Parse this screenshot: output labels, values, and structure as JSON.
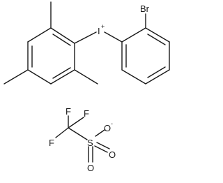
{
  "structure": {
    "cation": {
      "iodine_label": "I",
      "iodine_charge": "+",
      "bromine_label": "Br"
    },
    "anion": {
      "f1_label": "F",
      "f2_label": "F",
      "f3_label": "F",
      "sulfur_label": "S",
      "o1_label": "O",
      "o2_label": "O",
      "o3_label": "O",
      "oxygen_charge": "-"
    }
  }
}
